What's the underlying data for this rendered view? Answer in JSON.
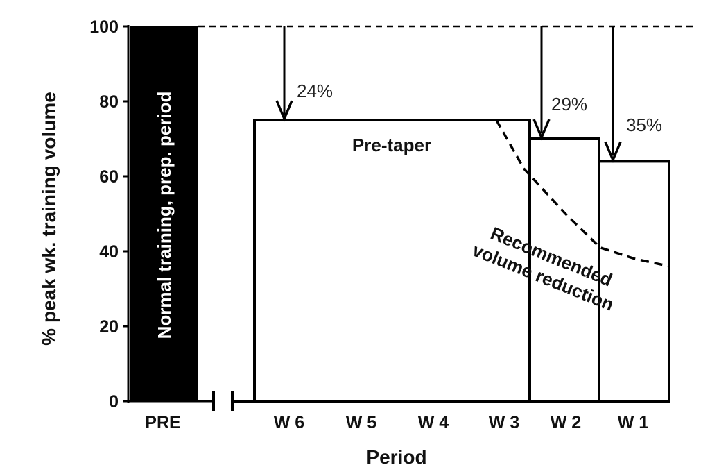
{
  "chart_data": {
    "type": "bar",
    "ylabel": "% peak wk. training volume",
    "xlabel": "Period",
    "ylim": [
      0,
      100
    ],
    "yticks": [
      0,
      20,
      40,
      60,
      80,
      100
    ],
    "categories": [
      "PRE",
      "W 6",
      "W 5",
      "W 4",
      "W 3",
      "W 2",
      "W 1"
    ],
    "bars": [
      {
        "label": "PRE",
        "value": 100,
        "fill": "#000000",
        "text": "Normal training, prep. period"
      },
      {
        "label": "Pre-taper",
        "span": [
          "W 6",
          "W 3"
        ],
        "value": 75,
        "fill": "#ffffff",
        "text": "Pre-taper"
      },
      {
        "label": "W 2",
        "value": 70,
        "fill": "#ffffff"
      },
      {
        "label": "W 1",
        "value": 64,
        "fill": "#ffffff"
      }
    ],
    "reductions": [
      {
        "target": "Pre-taper",
        "label": "24%"
      },
      {
        "target": "W 2",
        "label": "29%"
      },
      {
        "target": "W 1",
        "label": "35%"
      }
    ],
    "reference_line": {
      "value": 100,
      "style": "dashed"
    },
    "recommended_curve": {
      "label_lines": [
        "Recommended",
        "volume reduction"
      ],
      "points": [
        [
          3.5,
          75
        ],
        [
          3.9,
          62
        ],
        [
          4.5,
          50
        ],
        [
          5.0,
          41
        ],
        [
          5.5,
          38
        ],
        [
          6.0,
          36
        ]
      ]
    }
  }
}
